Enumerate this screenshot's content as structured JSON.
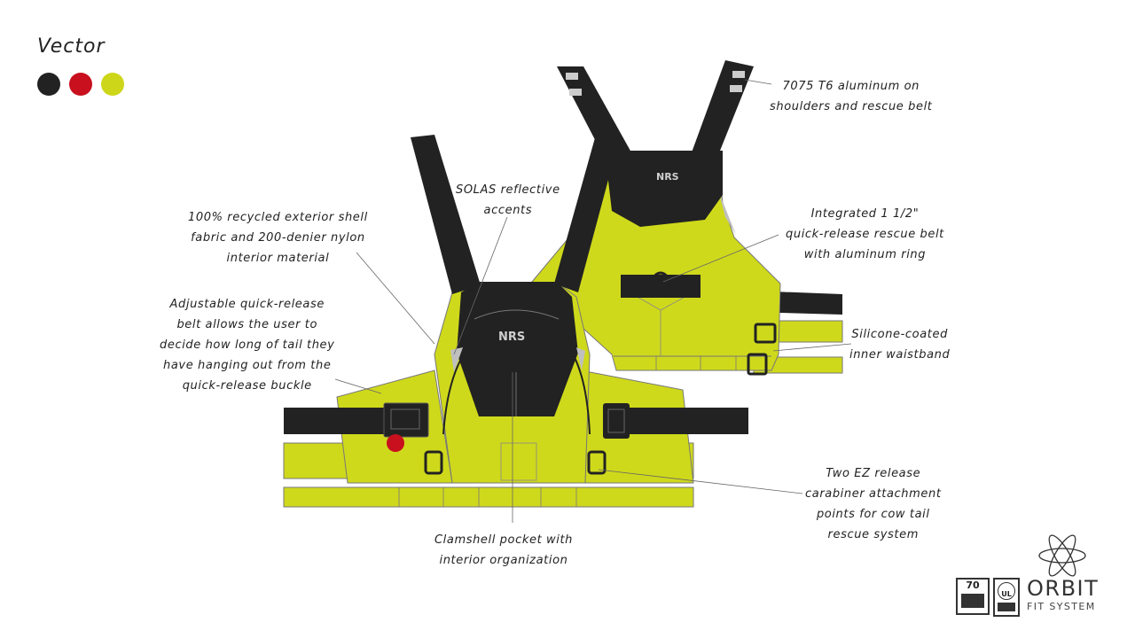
{
  "product": {
    "name": "Vector",
    "colors": [
      "#222222",
      "#c8101e",
      "#cdd619"
    ],
    "front_logo": "NRS",
    "back_logo": "NRS"
  },
  "palette": {
    "yellow": "#cfd91b",
    "black": "#222222",
    "red": "#c8101e",
    "gray": "#bfbfbf"
  },
  "callouts": {
    "aluminum": [
      "7075 T6 aluminum on",
      "shoulders and rescue belt"
    ],
    "solas": [
      "SOLAS reflective",
      "accents"
    ],
    "recycled": [
      "100% recycled exterior shell",
      "fabric and 200-denier nylon",
      "interior material"
    ],
    "rescue_belt": [
      "Integrated 1 1/2\"",
      "quick-release rescue belt",
      "with aluminum ring"
    ],
    "adjustable": [
      "Adjustable quick-release",
      "belt allows the user to",
      "decide how long of tail they",
      "have hanging out from the",
      "quick-release buckle"
    ],
    "silicone": [
      "Silicone-coated",
      "inner waistband"
    ],
    "ez_release": [
      "Two EZ release",
      "carabiner attachment",
      "points for cow tail",
      "rescue system"
    ],
    "pocket": [
      "Clamshell pocket with",
      "interior organization"
    ]
  },
  "branding": {
    "fit_name": "ORBIT",
    "fit_sub": "FIT SYSTEM",
    "cert_70": "70",
    "cert_ul": "UL"
  }
}
